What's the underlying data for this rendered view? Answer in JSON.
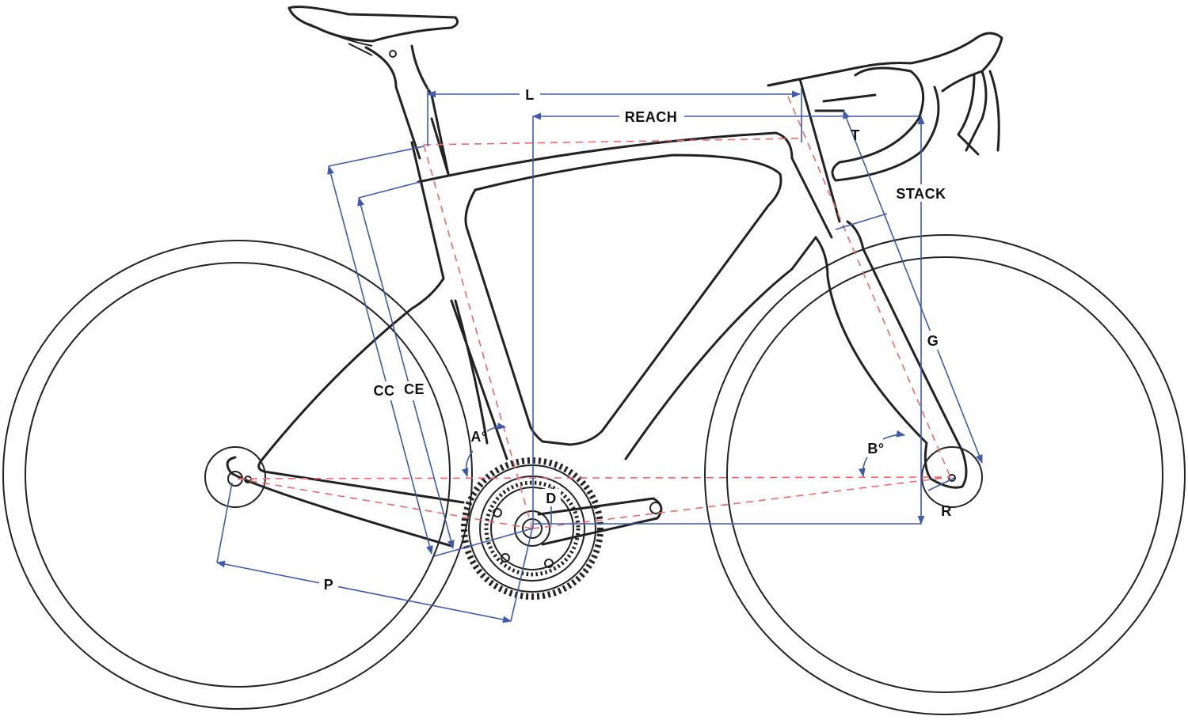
{
  "title": "Bicycle frame geometry diagram",
  "labels": {
    "L": "L",
    "reach": "REACH",
    "T": "T",
    "stack": "STACK",
    "G": "G",
    "B": "B°",
    "R": "R",
    "CC": "CC",
    "CE": "CE",
    "A": "A°",
    "D": "D",
    "P": "P"
  },
  "colors": {
    "frame": "#222222",
    "dimension": "#3f5ba9",
    "centerline": "#e86a6a"
  }
}
